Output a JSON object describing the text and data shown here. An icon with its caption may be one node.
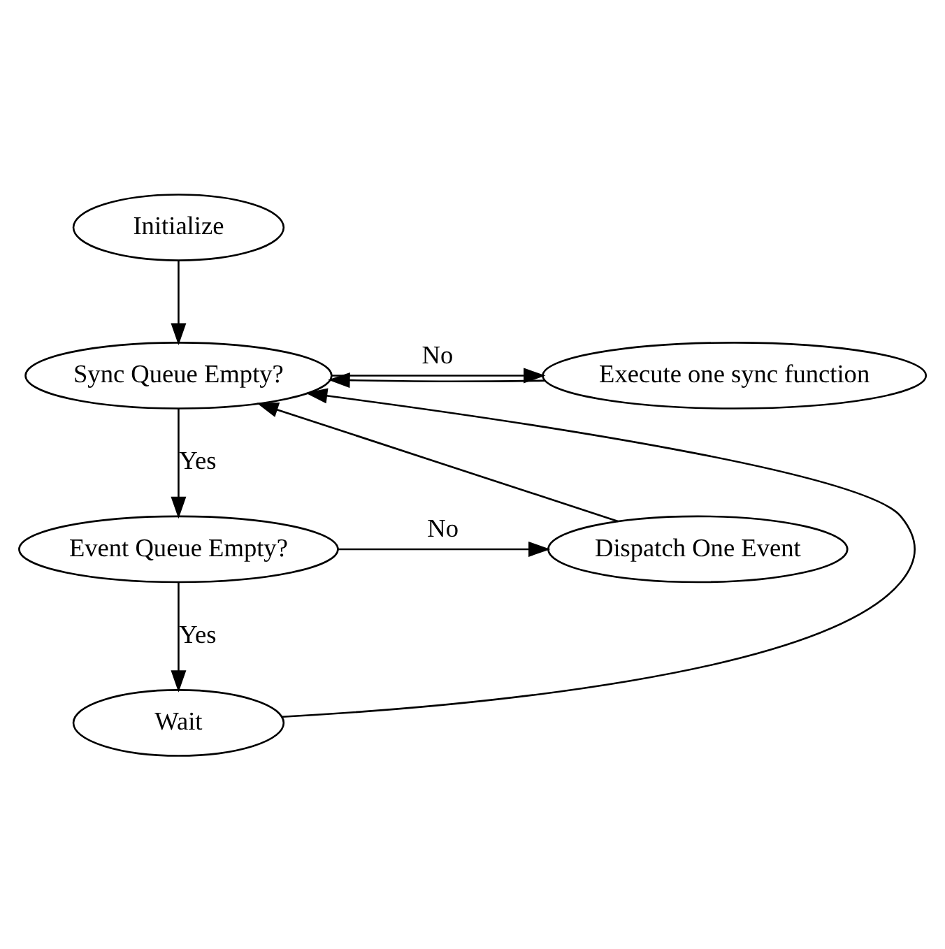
{
  "diagram": {
    "nodes": [
      {
        "text": [
          "Initialize"
        ]
      },
      {
        "text": [
          "Sync Queue Empty?"
        ]
      },
      {
        "text": [
          "Execute one sync function"
        ]
      },
      {
        "text": [
          "Event Queue Empty?"
        ]
      },
      {
        "text": [
          "Dispatch One Event"
        ]
      },
      {
        "text": [
          "Wait"
        ]
      }
    ],
    "edges": [
      {
        "from": 0,
        "to": 1,
        "arrow": "to"
      },
      {
        "from": 1,
        "to": 2,
        "label": "No",
        "arrow": "to"
      },
      {
        "from": 1,
        "to": 3,
        "label": "Yes",
        "arrow": "to"
      },
      {
        "from": 3,
        "to": 4,
        "label": "No",
        "arrow": "to"
      },
      {
        "from": 3,
        "to": 5,
        "label": "Yes",
        "arrow": "to"
      },
      {
        "from": 2,
        "to": 1,
        "arrow": "to"
      },
      {
        "from": 4,
        "to": 1,
        "arrow": "to"
      },
      {
        "from": 5,
        "to": 1,
        "arrow": "to"
      }
    ]
  }
}
